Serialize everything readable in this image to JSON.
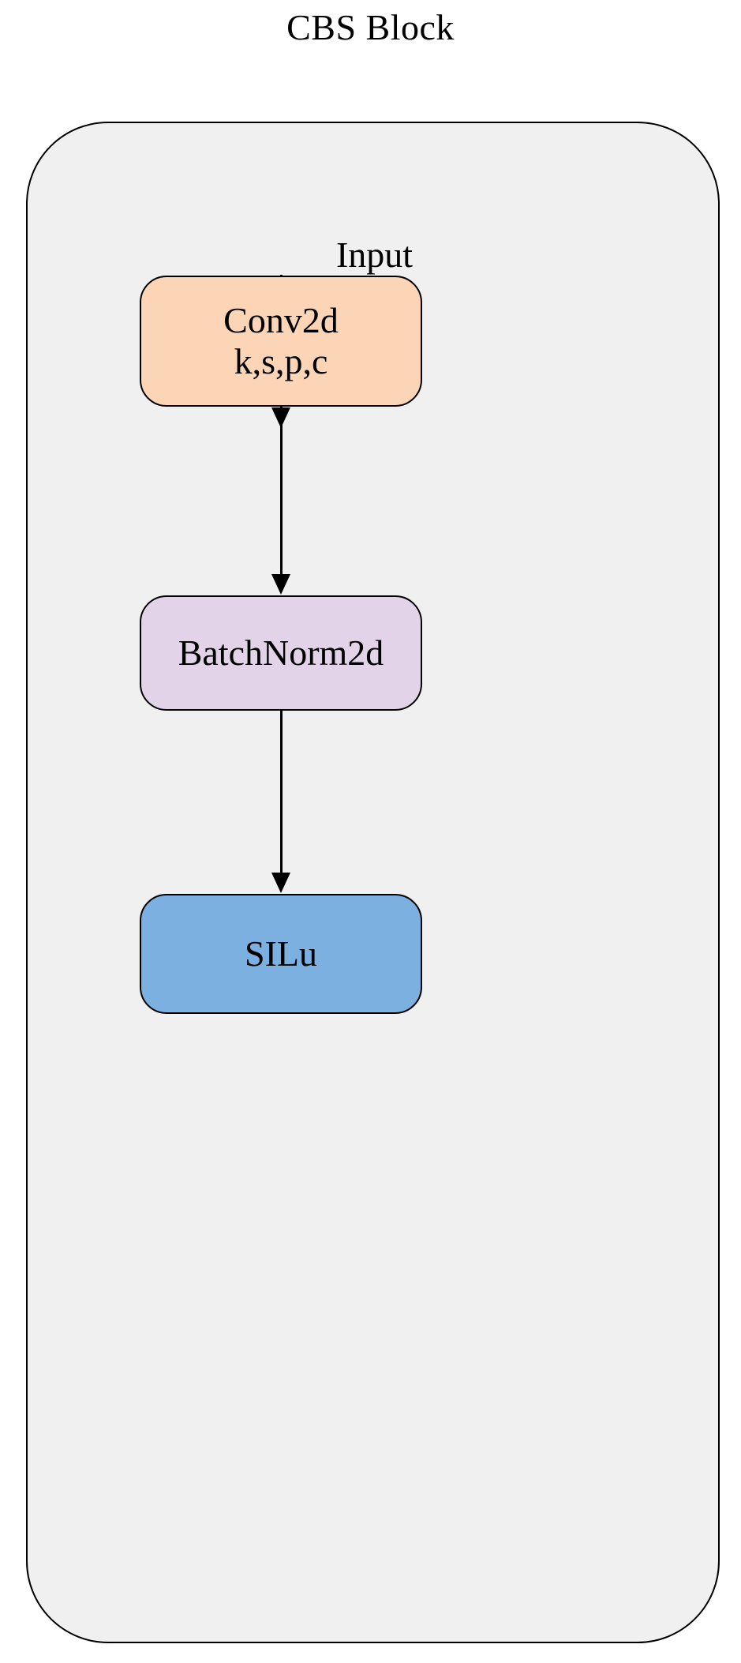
{
  "title": "CBS Block",
  "container": {
    "name": "cbs-block-container",
    "fill": "#F0F0F0",
    "border_color": "#000000"
  },
  "flow": {
    "input_label": "Input",
    "nodes": [
      {
        "id": "conv2d",
        "lines": [
          "Conv2d",
          "k,s,p,c"
        ],
        "line1": "Conv2d",
        "line2": "k,s,p,c",
        "fill": "#FBD5B5"
      },
      {
        "id": "batchnorm2d",
        "lines": [
          "BatchNorm2d"
        ],
        "line1": "BatchNorm2d",
        "fill": "#E3D3E9"
      },
      {
        "id": "silu",
        "lines": [
          "SILu"
        ],
        "line1": "SILu",
        "fill": "#7BB0E0"
      }
    ],
    "edges": [
      {
        "id": "input-to-conv2d",
        "from": "Input",
        "to": "Conv2d"
      },
      {
        "id": "conv2d-to-batchnorm2d",
        "from": "Conv2d",
        "to": "BatchNorm2d"
      },
      {
        "id": "batchnorm2d-to-silu",
        "from": "BatchNorm2d",
        "to": "SILu"
      }
    ]
  },
  "colors": {
    "page_background": "#FFFFFF",
    "container_fill": "#F0F0F0",
    "stroke": "#000000",
    "conv_fill": "#FBD5B5",
    "batchnorm_fill": "#E3D3E9",
    "silu_fill": "#7BB0E0"
  }
}
